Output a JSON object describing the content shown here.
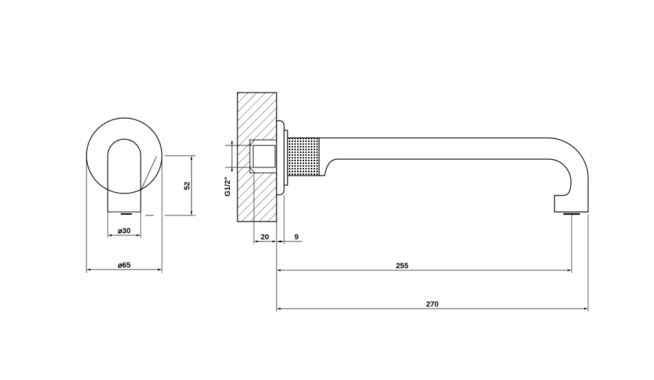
{
  "colors": {
    "line": "#000000",
    "background": "#ffffff"
  },
  "dimensions": {
    "flange_diameter": "⌀65",
    "spout_diameter": "⌀30",
    "spout_height": "52",
    "thread": "G1/2\"",
    "wall_depth": "20",
    "flange_depth": "9",
    "reach_to_outlet": "255",
    "overall_length": "270"
  }
}
